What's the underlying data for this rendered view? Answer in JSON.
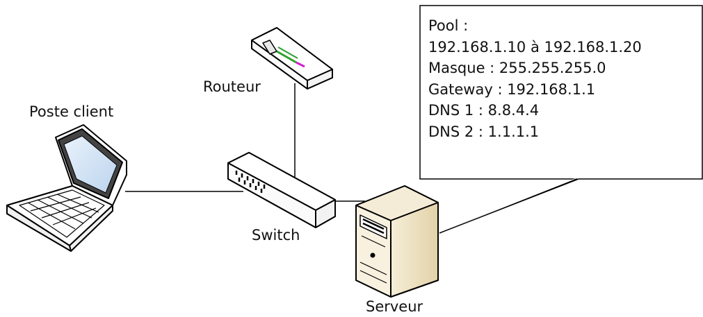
{
  "devices": {
    "router": {
      "label": "Routeur",
      "icon": "router-icon"
    },
    "client": {
      "label": "Poste client",
      "icon": "laptop-icon"
    },
    "switch": {
      "label": "Switch",
      "icon": "switch-icon"
    },
    "server": {
      "label": "Serveur",
      "icon": "server-icon"
    }
  },
  "callout": {
    "lines": [
      "Pool :",
      "192.168.1.10 à 192.168.1.20",
      "Masque : 255.255.255.0",
      "Gateway : 192.168.1.1",
      "DNS 1 : 8.8.4.4",
      "DNS 2 : 1.1.1.1"
    ]
  },
  "colors": {
    "line": "#000000",
    "screen": "#cfe2f6",
    "server_body": "#efe3c2",
    "router_led_green": "#2ca02c",
    "router_led_magenta": "#d21fd2"
  }
}
